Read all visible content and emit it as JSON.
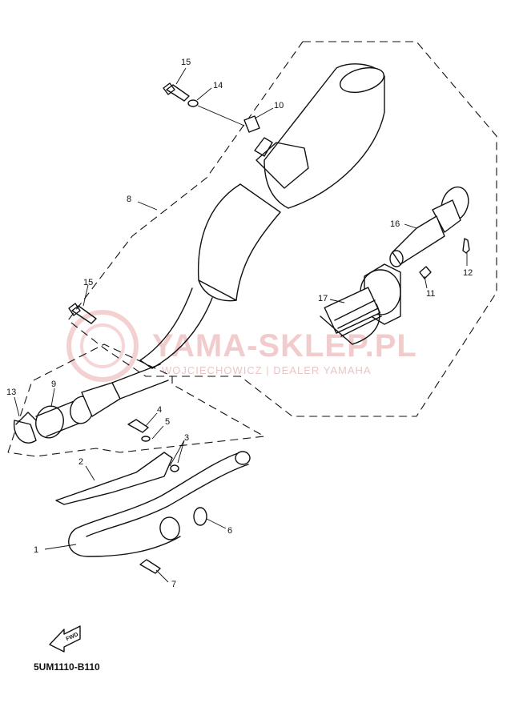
{
  "watermark": {
    "title": "YAMA-SKLEP.PL",
    "subtitle": "WOJCIECHOWICZ | DEALER YAMAHA"
  },
  "diagram_code": "5UM1110-B110",
  "fwd_label": "FWD",
  "callouts": {
    "c1": "1",
    "c2": "2",
    "c3": "3",
    "c4": "4",
    "c5": "5",
    "c6": "6",
    "c7": "7",
    "c8": "8",
    "c9": "9",
    "c10": "10",
    "c11": "11",
    "c12": "12",
    "c13": "13",
    "c14": "14",
    "c15a": "15",
    "c15b": "15",
    "c16": "16",
    "c17": "17"
  }
}
